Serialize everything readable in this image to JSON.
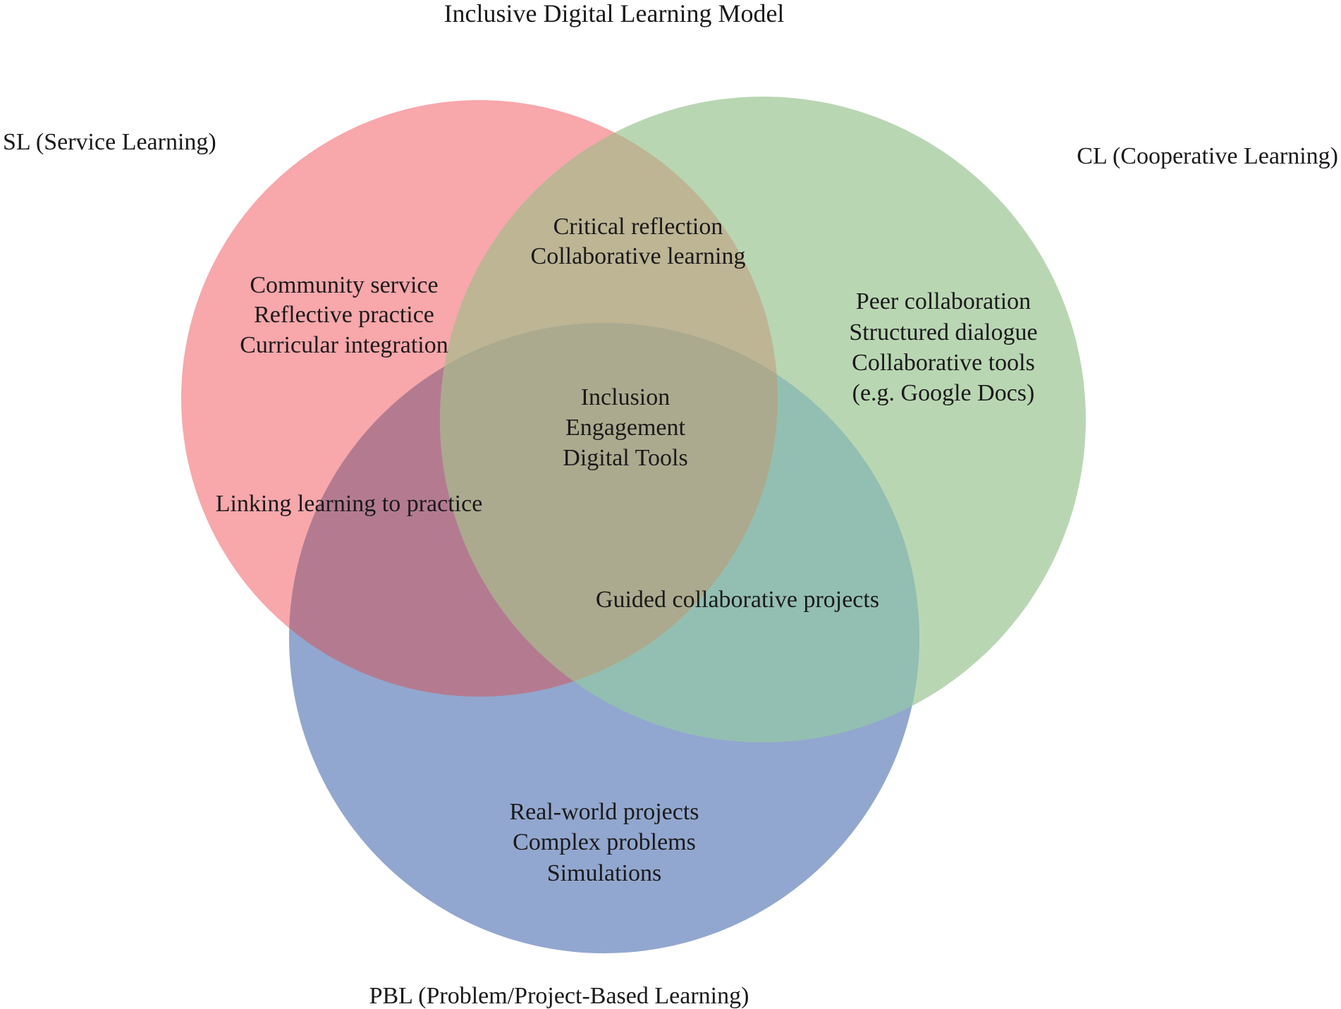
{
  "title": "Inclusive Digital Learning Model",
  "colors": {
    "sl": "#F8A7AB",
    "cl": "#B9D6B3",
    "pbl": "#92A7CF",
    "sl_cl": "#BDB594",
    "sl_pbl": "#B47B90",
    "cl_pbl": "#93BFB2",
    "center": "#ABAA8E",
    "text": "#1A1A1A",
    "background": "#FFFFFF"
  },
  "labels": {
    "sl": "SL (Service Learning)",
    "cl": "CL (Cooperative Learning)",
    "pbl": "PBL (Problem/Project-Based Learning)"
  },
  "regions": {
    "sl_only": {
      "lines": [
        "Community service",
        "Reflective practice",
        "Curricular integration"
      ]
    },
    "cl_only": {
      "lines": [
        "Peer collaboration",
        "Structured dialogue",
        "Collaborative tools",
        "(e.g. Google Docs)"
      ]
    },
    "pbl_only": {
      "lines": [
        "Real-world projects",
        "Complex problems",
        "Simulations"
      ]
    },
    "sl_cl": {
      "lines": [
        "Critical reflection",
        "Collaborative learning"
      ]
    },
    "sl_pbl": {
      "lines": [
        "Linking learning to practice"
      ]
    },
    "cl_pbl": {
      "lines": [
        "Guided collaborative projects"
      ]
    },
    "center": {
      "lines": [
        "Inclusion",
        "Engagement",
        "Digital Tools"
      ]
    }
  }
}
